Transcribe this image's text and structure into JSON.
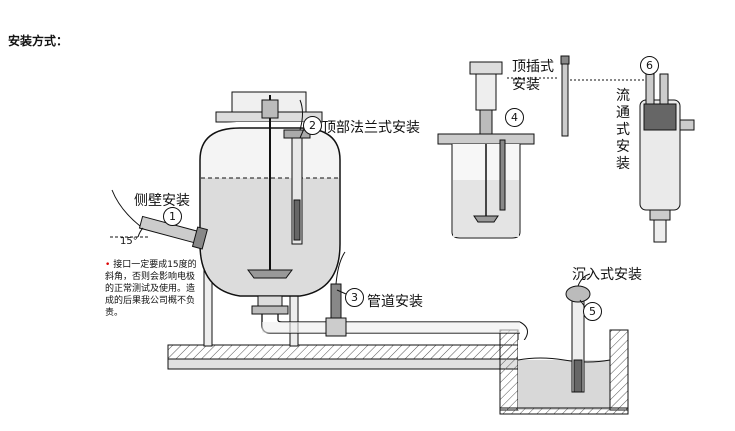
{
  "title": "安装方式：",
  "labels": {
    "side_wall": "侧壁安装",
    "top_flange": "顶部法兰式安装",
    "pipe": "管道安装",
    "top_insert": "顶插式\n安装",
    "flow_through": "流通式安装",
    "immersion": "沉入式安装"
  },
  "numbers": {
    "n1": "1",
    "n2": "2",
    "n3": "3",
    "n4": "4",
    "n5": "5",
    "n6": "6"
  },
  "angle_label": "15°",
  "note": {
    "bullet": "•",
    "text": "接口一定要成15度的斜角，否则会影响电极的正常测试及使用。造成的后果我公司概不负责。"
  },
  "colors": {
    "line": "#111111",
    "tank_fill": "#e6e6e6",
    "liquid": "#d8d8d8",
    "ground": "#cfcfcf",
    "accent": "#dd0000"
  }
}
